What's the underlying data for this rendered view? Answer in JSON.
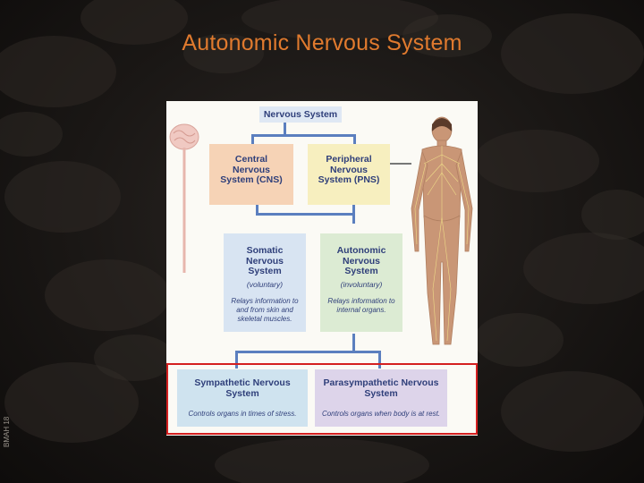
{
  "slide": {
    "title": "Autonomic Nervous System",
    "side_code": "BMAH 18"
  },
  "diagram": {
    "root": {
      "title": "Nervous System"
    },
    "cns": {
      "title": "Central Nervous System (CNS)"
    },
    "pns": {
      "title": "Peripheral Nervous System (PNS)"
    },
    "somatic": {
      "title": "Somatic Nervous System",
      "qualifier": "(voluntary)",
      "description": "Relays information to and from skin and skeletal muscles."
    },
    "autonomic": {
      "title": "Autonomic Nervous System",
      "qualifier": "(involuntary)",
      "description": "Relays information to internal organs."
    },
    "sympathetic": {
      "title": "Sympathetic Nervous System",
      "description": "Controls organs in times of stress."
    },
    "parasympathetic": {
      "title": "Parasympathetic Nervous System",
      "description": "Controls organs when body is at rest."
    }
  },
  "colors": {
    "title_orange": "#e07a2e",
    "box_text_blue": "#2f3f7a",
    "connector_blue": "#5b7fbf",
    "cns_fill": "#f6d3b6",
    "pns_fill": "#f7efbf",
    "somatic_fill": "#d8e4f2",
    "autonomic_fill": "#dcebd3",
    "sympathetic_fill": "#cfe3ef",
    "parasympathetic_fill": "#ddd4ea",
    "root_fill": "#dfe8f4",
    "highlight_red": "#d41f1f"
  }
}
